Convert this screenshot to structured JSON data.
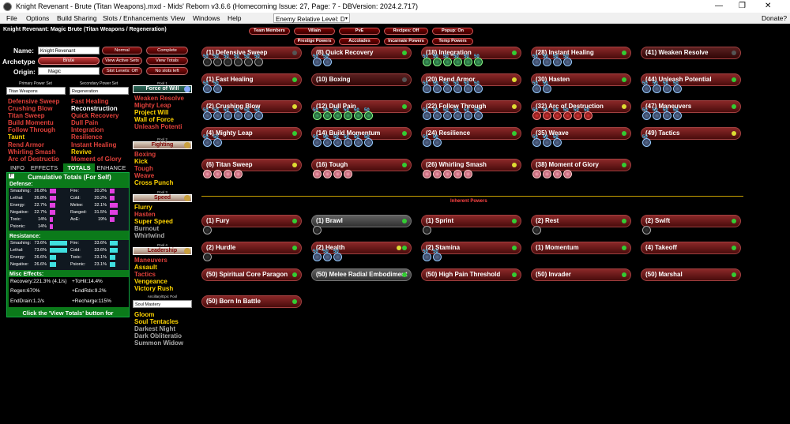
{
  "window": {
    "title": "Knight Revenant - Brute (Titan Weapons).mxd - Mids' Reborn v3.6.6  (Homecoming Issue: 27, Page: 7 - DBVersion: 2024.2.717)",
    "min": "—",
    "max": "❐",
    "close": "✕"
  },
  "menu": {
    "items": [
      "File",
      "Options",
      "Build Sharing",
      "Slots / Enhancements",
      "View",
      "Windows",
      "Help"
    ],
    "enemy_label": "Enemy Relative Level: D",
    "donate": "Donate?"
  },
  "header": "Knight Revenant: Magic Brute (Titan Weapons / Regeneration)",
  "top_buttons": [
    "Team Members",
    "Villain",
    "PvE",
    "Recipes: Off",
    "Popup: On",
    "Prestige Powers",
    "Accolades",
    "Incarnate Powers",
    "Temp Powers"
  ],
  "char": {
    "name_label": "Name:",
    "name": "Knight Revenant",
    "archetype_label": "Archetype",
    "archetype": "Brute",
    "origin_label": "Origin:",
    "origin": "Magic"
  },
  "side_buttons": [
    "Normal",
    "Complete",
    "View Active Sets",
    "View Totals",
    "Slot Levels: Off",
    "No slots left"
  ],
  "primary": {
    "label": "Primary Power Set",
    "value": "Titan Weapons",
    "powers": [
      {
        "n": "Defensive Sweep",
        "c": "c-red"
      },
      {
        "n": "Crushing Blow",
        "c": "c-red"
      },
      {
        "n": "Titan Sweep",
        "c": "c-red"
      },
      {
        "n": "Build Momentu",
        "c": "c-red"
      },
      {
        "n": "Follow Through",
        "c": "c-red"
      },
      {
        "n": "Taunt",
        "c": "c-yellow"
      },
      {
        "n": "Rend Armor",
        "c": "c-red"
      },
      {
        "n": "Whirling Smash",
        "c": "c-red"
      },
      {
        "n": "Arc of Destructio",
        "c": "c-red"
      }
    ]
  },
  "secondary": {
    "label": "Secondary Power Set",
    "value": "Regeneration",
    "powers": [
      {
        "n": "Fast Healing",
        "c": "c-red"
      },
      {
        "n": "Reconstruction",
        "c": "c-white"
      },
      {
        "n": "Quick Recovery",
        "c": "c-red"
      },
      {
        "n": "Dull Pain",
        "c": "c-red"
      },
      {
        "n": "Integration",
        "c": "c-red"
      },
      {
        "n": "Resilience",
        "c": "c-red"
      },
      {
        "n": "Instant Healing",
        "c": "c-red"
      },
      {
        "n": "Revive",
        "c": "c-yellow"
      },
      {
        "n": "Moment of Glory",
        "c": "c-red"
      }
    ]
  },
  "pools": [
    {
      "cap": "Pool 1",
      "name": "Force of Will",
      "powers": [
        {
          "n": "Weaken Resolve",
          "c": "c-red"
        },
        {
          "n": "Mighty Leap",
          "c": "c-red"
        },
        {
          "n": "Project Will",
          "c": "c-yellow"
        },
        {
          "n": "Wall of Force",
          "c": "c-yellow"
        },
        {
          "n": "Unleash Potenti",
          "c": "c-red"
        }
      ]
    },
    {
      "cap": "Pool 2",
      "name": "Fighting",
      "powers": [
        {
          "n": "Boxing",
          "c": "c-red"
        },
        {
          "n": "Kick",
          "c": "c-yellow"
        },
        {
          "n": "Tough",
          "c": "c-red"
        },
        {
          "n": "Weave",
          "c": "c-red"
        },
        {
          "n": "Cross Punch",
          "c": "c-yellow"
        }
      ]
    },
    {
      "cap": "Pool 3",
      "name": "Speed",
      "powers": [
        {
          "n": "Flurry",
          "c": "c-yellow"
        },
        {
          "n": "Hasten",
          "c": "c-red"
        },
        {
          "n": "Super Speed",
          "c": "c-yellow"
        },
        {
          "n": "Burnout",
          "c": "c-gray"
        },
        {
          "n": "Whirlwind",
          "c": "c-gray"
        }
      ]
    },
    {
      "cap": "Pool 4",
      "name": "Leadership",
      "powers": [
        {
          "n": "Maneuvers",
          "c": "c-red"
        },
        {
          "n": "Assault",
          "c": "c-yellow"
        },
        {
          "n": "Tactics",
          "c": "c-red"
        },
        {
          "n": "Vengeance",
          "c": "c-yellow"
        },
        {
          "n": "Victory Rush",
          "c": "c-yellow"
        }
      ]
    }
  ],
  "ancillary": {
    "cap": "Ancillary/Epic Pool",
    "value": "Soul Mastery",
    "powers": [
      {
        "n": "Gloom",
        "c": "c-yellow"
      },
      {
        "n": "Soul Tentacles",
        "c": "c-yellow"
      },
      {
        "n": "Darkest Night",
        "c": "c-gray"
      },
      {
        "n": "Dark Obliteratio",
        "c": "c-gray"
      },
      {
        "n": "Summon Widow",
        "c": "c-gray"
      }
    ]
  },
  "tabs": [
    "INFO",
    "EFFECTS",
    "TOTALS",
    "ENHANCE"
  ],
  "totals": {
    "title": "Cumulative Totals (For Self)",
    "f": "F",
    "def_label": "Defense:",
    "res_label": "Resistance:",
    "misc_label": "Misc Effects:",
    "defense": [
      [
        "Smashing:",
        "26.8%",
        0.27
      ],
      [
        "Fire:",
        "20.2%",
        0.2
      ],
      [
        "Lethal:",
        "26.8%",
        0.27
      ],
      [
        "Cold:",
        "20.2%",
        0.2
      ],
      [
        "Energy:",
        "22.7%",
        0.23
      ],
      [
        "Melee:",
        "32.1%",
        0.32
      ],
      [
        "Negative:",
        "22.7%",
        0.23
      ],
      [
        "Ranged:",
        "31.5%",
        0.32
      ],
      [
        "Toxic:",
        "14%",
        0.14
      ],
      [
        "AoE:",
        "19%",
        0.19
      ],
      [
        "Psionic:",
        "14%",
        0.14
      ]
    ],
    "resistance": [
      [
        "Smashing:",
        "73.6%",
        0.74
      ],
      [
        "Fire:",
        "33.6%",
        0.34
      ],
      [
        "Lethal:",
        "73.6%",
        0.74
      ],
      [
        "Cold:",
        "33.6%",
        0.34
      ],
      [
        "Energy:",
        "26.6%",
        0.27
      ],
      [
        "Toxic:",
        "23.1%",
        0.23
      ],
      [
        "Negative:",
        "26.6%",
        0.27
      ],
      [
        "Psionic:",
        "23.1%",
        0.23
      ]
    ],
    "misc": [
      "Recovery:221.3% (4.1/s)",
      "+ToHit:14.4%",
      "Regen:670%",
      "+EndRdx:9.2%",
      "EndDrain:1.2/s",
      "+Recharge:115%"
    ],
    "footer": "Click the 'View Totals' button for"
  },
  "slots": [
    {
      "t": "(1) Defensive Sweep",
      "e": [
        "50",
        "50",
        "50",
        "50",
        "50",
        "50"
      ],
      "k": "gray",
      "d": "gray"
    },
    {
      "t": "(8) Quick Recovery",
      "e": [
        "50",
        "50"
      ],
      "k": "",
      "d": ""
    },
    {
      "t": "(18) Integration",
      "e": [
        "50",
        "50",
        "50",
        "50",
        "50",
        "50"
      ],
      "k": "green",
      "d": ""
    },
    {
      "t": "(28) Instant Healing",
      "e": [
        "50",
        "50",
        "50",
        "50"
      ],
      "k": "",
      "d": ""
    },
    {
      "t": "(41) Weaken Resolve",
      "e": [],
      "k": "",
      "d": "none"
    },
    {
      "t": "(1) Fast Healing",
      "e": [
        "50",
        "50"
      ],
      "k": "",
      "d": ""
    },
    {
      "t": "(10) Boxing",
      "e": [],
      "k": "",
      "d": "none"
    },
    {
      "t": "(20) Rend Armor",
      "e": [
        "50",
        "50",
        "50",
        "50",
        "50",
        "50"
      ],
      "k": "",
      "d": "y"
    },
    {
      "t": "(30) Hasten",
      "e": [
        "50",
        "50"
      ],
      "k": "",
      "d": ""
    },
    {
      "t": "(44) Unleash Potential",
      "e": [
        "50",
        "50",
        "50",
        "50"
      ],
      "k": "",
      "d": ""
    },
    {
      "t": "(2) Crushing Blow",
      "e": [
        "50",
        "50",
        "50",
        "50",
        "50",
        "50"
      ],
      "k": "",
      "d": "y"
    },
    {
      "t": "(12) Dull Pain",
      "e": [
        "50",
        "50",
        "50",
        "50",
        "50",
        "50"
      ],
      "k": "green",
      "d": ""
    },
    {
      "t": "(22) Follow Through",
      "e": [
        "50",
        "50",
        "50",
        "50",
        "50",
        "50"
      ],
      "k": "",
      "d": "y"
    },
    {
      "t": "(32) Arc of Destruction",
      "e": [
        "50",
        "50",
        "50",
        "50",
        "50",
        "50"
      ],
      "k": "red",
      "d": "y"
    },
    {
      "t": "(47) Maneuvers",
      "e": [
        "50",
        "50",
        "50",
        "50"
      ],
      "k": "",
      "d": ""
    },
    {
      "t": "(4) Mighty Leap",
      "e": [
        "50",
        "50"
      ],
      "k": "",
      "d": ""
    },
    {
      "t": "(14) Build Momentum",
      "e": [
        "50",
        "50",
        "50",
        "50",
        "50",
        "50"
      ],
      "k": "",
      "d": ""
    },
    {
      "t": "(24) Resilience",
      "e": [
        "50",
        "50"
      ],
      "k": "",
      "d": ""
    },
    {
      "t": "(35) Weave",
      "e": [
        "50",
        "50",
        "50"
      ],
      "k": "",
      "d": ""
    },
    {
      "t": "(49) Tactics",
      "e": [
        "50"
      ],
      "k": "",
      "d": "y"
    },
    {
      "t": "(6) Titan Sweep",
      "e": [
        "",
        "",
        "",
        ""
      ],
      "k": "pink",
      "d": "y"
    },
    {
      "t": "(16) Tough",
      "e": [
        "",
        "",
        "",
        ""
      ],
      "k": "pink",
      "d": ""
    },
    {
      "t": "(26) Whirling Smash",
      "e": [
        "",
        "",
        "",
        "",
        ""
      ],
      "k": "pink",
      "d": "y"
    },
    {
      "t": "(38) Moment of Glory",
      "e": [
        "",
        "",
        "",
        ""
      ],
      "k": "pink",
      "d": ""
    },
    {
      "t": "",
      "e": [],
      "k": "",
      "d": "hide"
    }
  ],
  "inherent_title": "Inherent Powers",
  "inherent": [
    {
      "t": "(1) Fury",
      "e": [
        "o"
      ],
      "d": "g"
    },
    {
      "t": "(1) Brawl",
      "e": [
        "o"
      ],
      "d": "g",
      "gray": 1
    },
    {
      "t": "(1) Sprint",
      "e": [
        "o"
      ],
      "d": "g"
    },
    {
      "t": "(2) Rest",
      "e": [
        "o"
      ],
      "d": "g"
    },
    {
      "t": "(2) Swift",
      "e": [
        "o"
      ],
      "d": "g"
    },
    {
      "t": "(2) Hurdle",
      "e": [
        "o"
      ],
      "d": "g"
    },
    {
      "t": "(2) Health",
      "e": [
        "50",
        "50",
        "50"
      ],
      "d": "g"
    },
    {
      "t": "(2) Stamina",
      "e": [
        "50",
        "50"
      ],
      "d": "g"
    },
    {
      "t": "(1) Momentum",
      "e": [],
      "d": "g"
    },
    {
      "t": "(4) Takeoff",
      "e": [],
      "d": "g"
    },
    {
      "t": "(50) Spiritual Core Paragon",
      "e": [],
      "d": "g"
    },
    {
      "t": "(50) Melee Radial Embodiment",
      "e": [],
      "d": "g",
      "gray": 1
    },
    {
      "t": "(50) High Pain Threshold",
      "e": [],
      "d": "g"
    },
    {
      "t": "(50) Invader",
      "e": [],
      "d": "g"
    },
    {
      "t": "(50) Marshal",
      "e": [],
      "d": "g"
    },
    {
      "t": "(50) Born In Battle",
      "e": [],
      "d": "g"
    }
  ]
}
